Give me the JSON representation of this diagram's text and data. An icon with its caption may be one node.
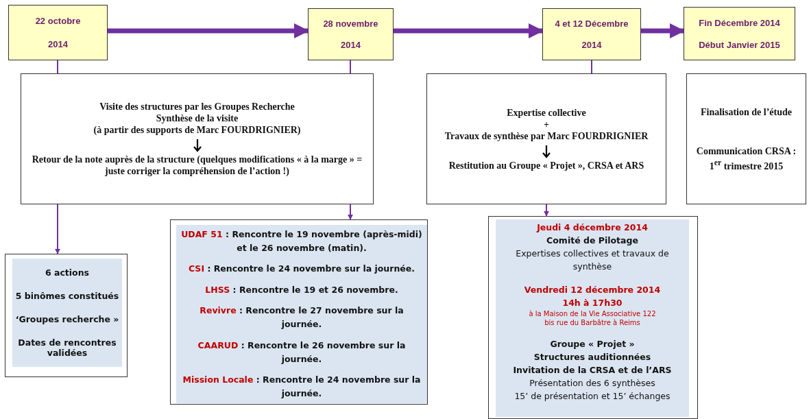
{
  "diagram": {
    "nodes": [
      {
        "text": [
          "22 octobre",
          "2014"
        ]
      },
      {
        "text": [
          "28 novembre",
          "2014"
        ]
      },
      {
        "text": [
          "4 et 12 Décembre",
          "2014"
        ]
      },
      {
        "text": [
          "Fin Décembre 2014",
          "Début Janvier 2015"
        ]
      },
      {
        "text": [
          "Visite des structures par les Groupes Recherche",
          "Synthèse de la visite",
          "(à partir des supports de Marc FOURDRIGNIER)",
          "Retour de la note auprès de la structure (quelques modifications « à la marge » = juste corriger la compréhension de l’action !)"
        ]
      },
      {
        "text": [
          "Expertise collective",
          "+",
          "Travaux de synthèse par Marc FOURDRIGNIER",
          "Restitution au Groupe « Projet », CRSA et ARS"
        ]
      },
      {
        "text": [
          "Finalisation de l’étude",
          "Communication CRSA : 1$^{er}$ trimestre  2015"
        ]
      },
      {
        "text": [
          "6 actions",
          "5 binômes constitués",
          "‘Groupes recherche »",
          "Dates de rencontres validées"
        ]
      },
      {
        "text": [
          "UDAF 51",
          ": Rencontre le 19 novembre (après-midi) et le 26 novembre (matin).",
          "CSI",
          ": Rencontre le 24 novembre sur la journée.",
          "LHSS",
          ": Rencontre le 19 et 26 novembre.",
          "Revivre",
          ": Rencontre le 27 novembre sur la journée.",
          "CAARUD",
          ": Rencontre le 26 novembre sur la journée.",
          "Mission Locale",
          ": Rencontre le 24 novembre sur la journée."
        ]
      },
      {
        "text": [
          "Jeudi 4 décembre 2014",
          "Comité de Pilotage",
          "Expertises collectives et travaux de synthèse",
          "Vendredi 12 décembre 2014",
          "14h à 17h30",
          "à la Maison de la Vie Associative 122 bis rue du Barbâtre à Reims",
          "Groupe « Projet »",
          "Structures auditionnées",
          "Invitation de la CRSA et de l’ARS",
          "Présentation des 6 synthèses",
          "15’ de présentation et 15’ échanges"
        ]
      }
    ],
    "edges": [
      {
        "from": 0,
        "to": 1,
        "arrow": "to",
        "style": "thick"
      },
      {
        "from": 1,
        "to": 2,
        "arrow": "to",
        "style": "thick"
      },
      {
        "from": 2,
        "to": 3,
        "arrow": "to",
        "style": "thick"
      },
      {
        "from": 0,
        "to": 4,
        "arrow": "none"
      },
      {
        "from": 1,
        "to": 4,
        "arrow": "none"
      },
      {
        "from": 4,
        "to": 7,
        "arrow": "to"
      },
      {
        "from": 4,
        "to": 8,
        "arrow": "to"
      },
      {
        "from": 2,
        "to": 5,
        "arrow": "none"
      },
      {
        "from": 5,
        "to": 9,
        "arrow": "to"
      }
    ]
  }
}
